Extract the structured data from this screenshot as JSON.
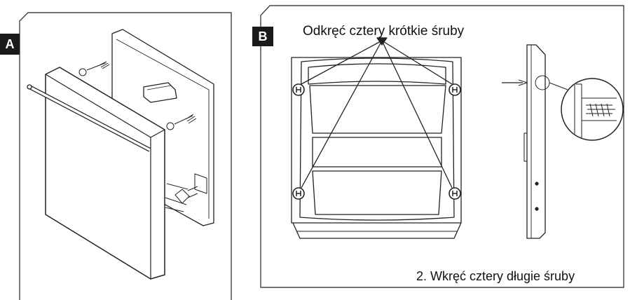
{
  "panel_a": {
    "label": "A"
  },
  "panel_b": {
    "label": "B",
    "step_1_text": "Odkręć cztery krótkie śruby",
    "step_2_text": "2. Wkręć cztery długie śruby"
  }
}
